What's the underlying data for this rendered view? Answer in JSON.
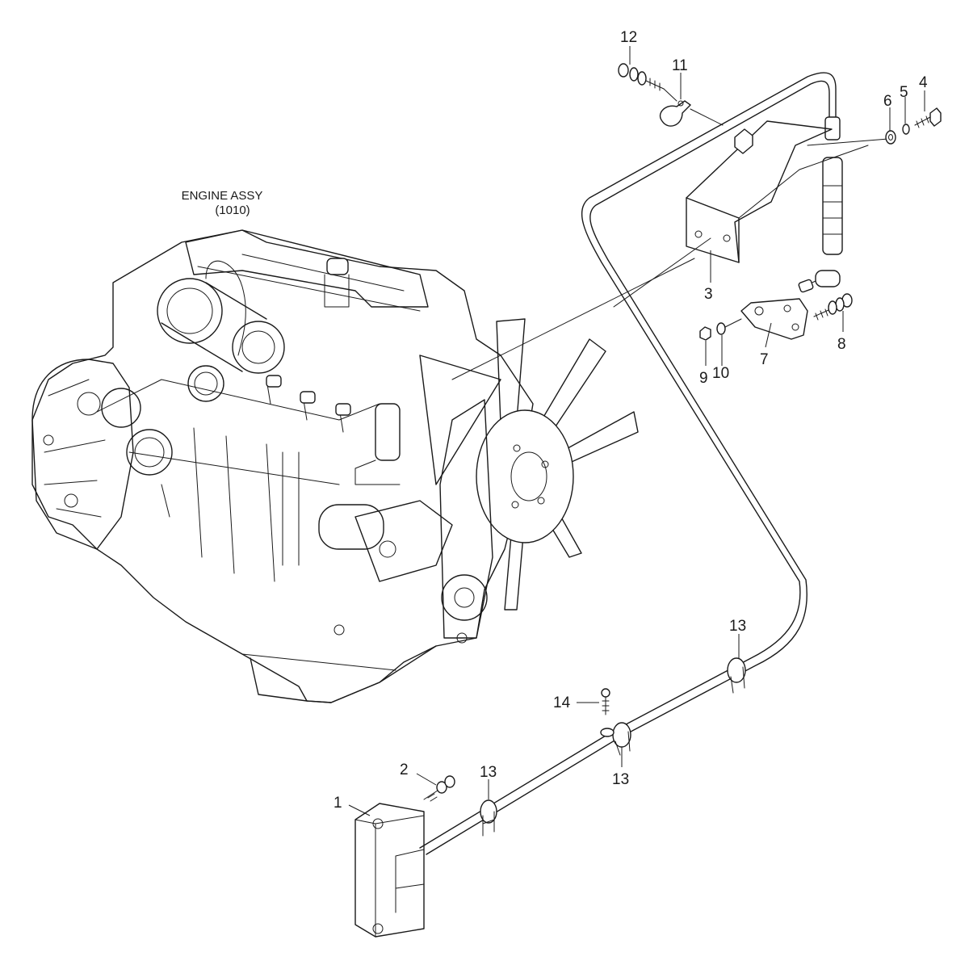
{
  "engine": {
    "label": "ENGINE ASSY",
    "ref": "(1010)"
  },
  "callouts": {
    "c1": "1",
    "c2": "2",
    "c3": "3",
    "c4": "4",
    "c5": "5",
    "c6": "6",
    "c7": "7",
    "c8": "8",
    "c9": "9",
    "c10": "10",
    "c11": "11",
    "c12": "12",
    "c13a": "13",
    "c13b": "13",
    "c13c": "13",
    "c14": "14"
  }
}
